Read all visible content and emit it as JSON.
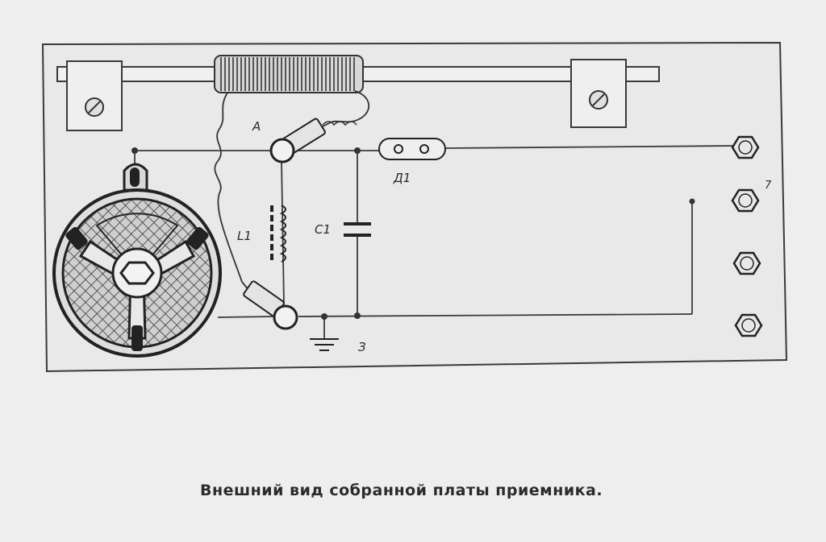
{
  "labels": {
    "antenna": "A",
    "coil": "L1",
    "capacitor": "C1",
    "detector": "Д1",
    "ground": "З",
    "terminal_number": "7"
  },
  "caption": "Внешний вид собранной платы приемника."
}
